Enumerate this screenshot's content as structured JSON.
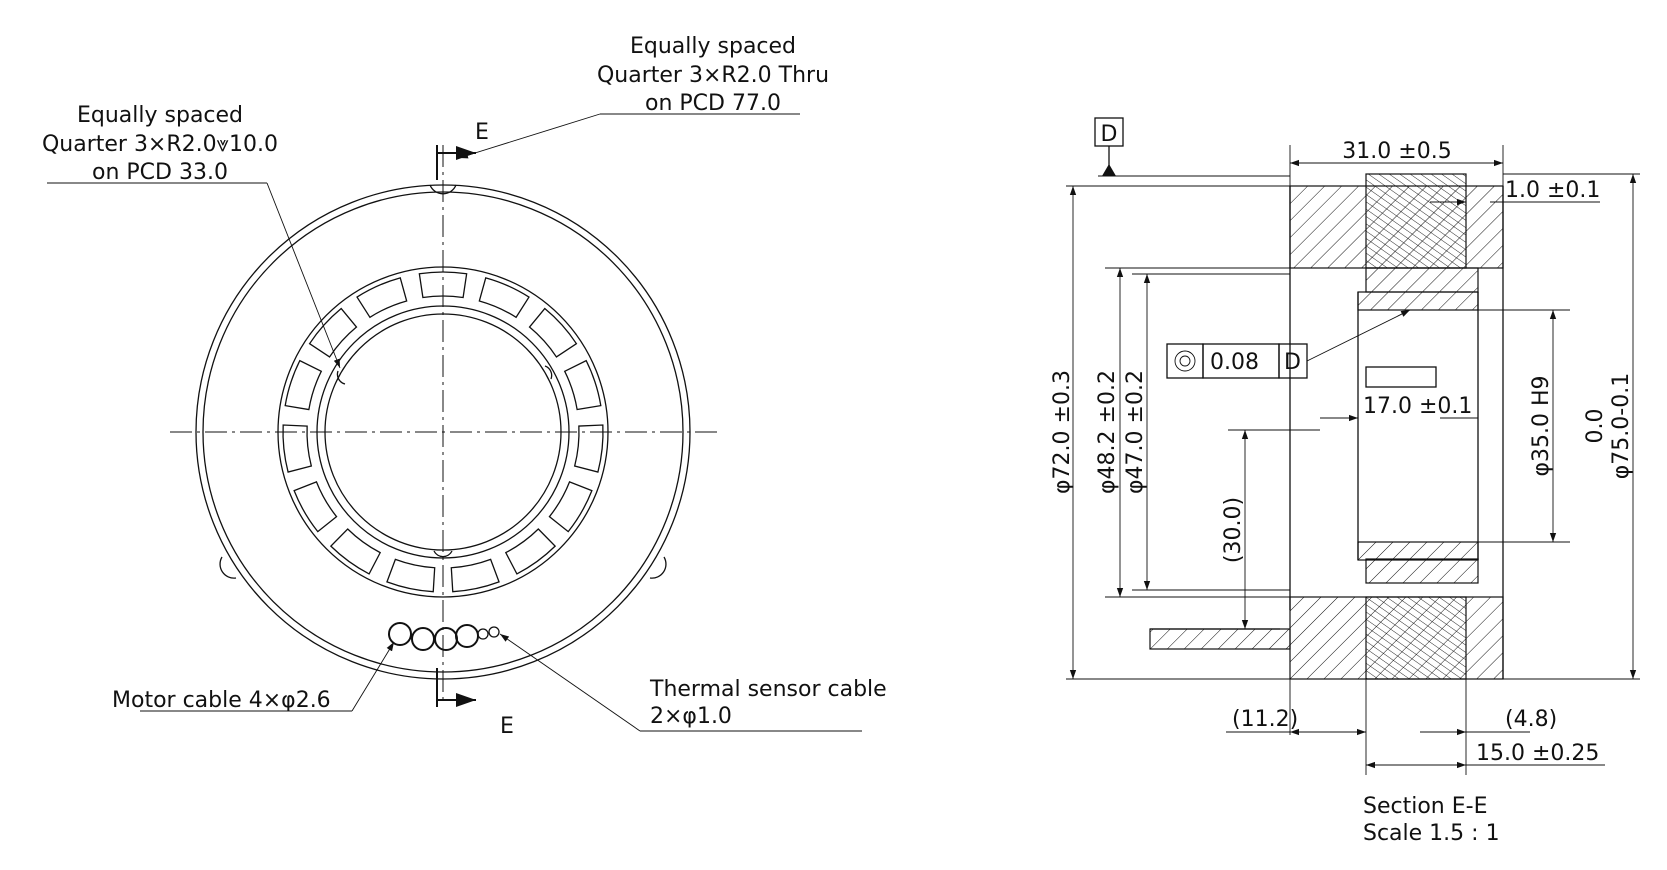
{
  "front_view": {
    "pcd77_note": [
      "Equally spaced",
      "Quarter 3×R2.0 Thru",
      "on PCD 77.0"
    ],
    "pcd33_note": [
      "Equally spaced",
      "Quarter 3×R2.0⩔10.0",
      "on PCD 33.0"
    ],
    "section_marker_top": "E",
    "section_marker_bottom": "E",
    "motor_cable_note": "Motor cable 4×φ2.6",
    "thermal_cable_note": [
      "Thermal sensor cable",
      "2×φ1.0"
    ]
  },
  "section_view": {
    "datum_label": "D",
    "width_dim": "31.0 ±0.5",
    "flange_dim": "1.0 ±0.1",
    "tolerance_frame": {
      "symbol": "◎",
      "value": "0.08",
      "datum": "D"
    },
    "od72_dim": "φ72.0 ±0.3",
    "d482_dim": "φ48.2 ±0.2",
    "d470_dim": "φ47.0 ±0.2",
    "bore_len_dim": "17.0 ±0.1",
    "bore_dim": "φ35.0 H9",
    "od75_tol_upper": "0.0",
    "od75_dim": "φ75.0-0.1",
    "cable_height_dim": "(30.0)",
    "left_offset_dim": "(11.2)",
    "right_offset_dim": "(4.8)",
    "stator_width_dim": "15.0 ±0.25",
    "caption": [
      "Section E-E",
      "Scale 1.5 : 1"
    ]
  }
}
